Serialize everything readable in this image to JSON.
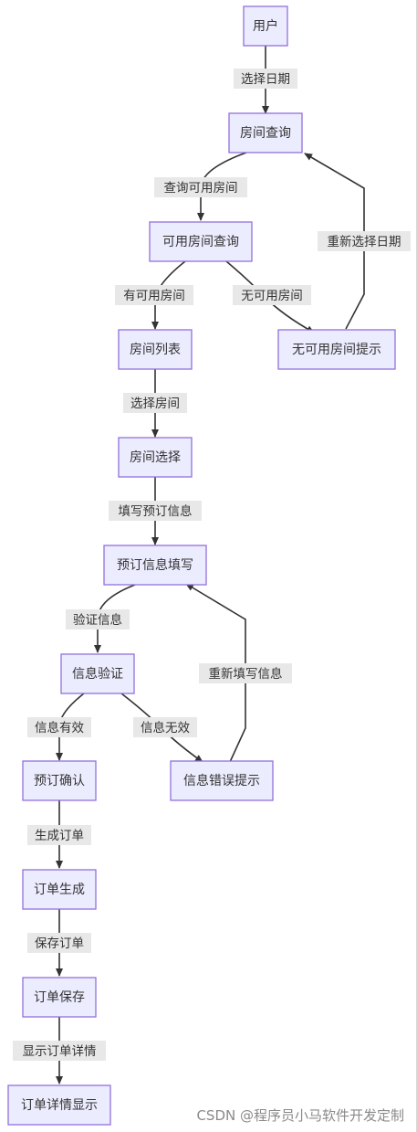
{
  "nodes": {
    "user": "用户",
    "room_query": "房间查询",
    "available_query": "可用房间查询",
    "room_list": "房间列表",
    "no_room_tip": "无可用房间提示",
    "room_select": "房间选择",
    "booking_fill": "预订信息填写",
    "info_verify": "信息验证",
    "booking_confirm": "预订确认",
    "info_error_tip": "信息错误提示",
    "order_generate": "订单生成",
    "order_save": "订单保存",
    "order_detail_show": "订单详情显示"
  },
  "edges": {
    "select_date": "选择日期",
    "query_available": "查询可用房间",
    "reselect_date": "重新选择日期",
    "has_room": "有可用房间",
    "no_room": "无可用房间",
    "select_room": "选择房间",
    "fill_booking": "填写预订信息",
    "verify_info": "验证信息",
    "refill_info": "重新填写信息",
    "info_valid": "信息有效",
    "info_invalid": "信息无效",
    "create_order": "生成订单",
    "save_order": "保存订单",
    "show_detail": "显示订单详情"
  },
  "watermark": "CSDN @程序员小马软件开发定制"
}
